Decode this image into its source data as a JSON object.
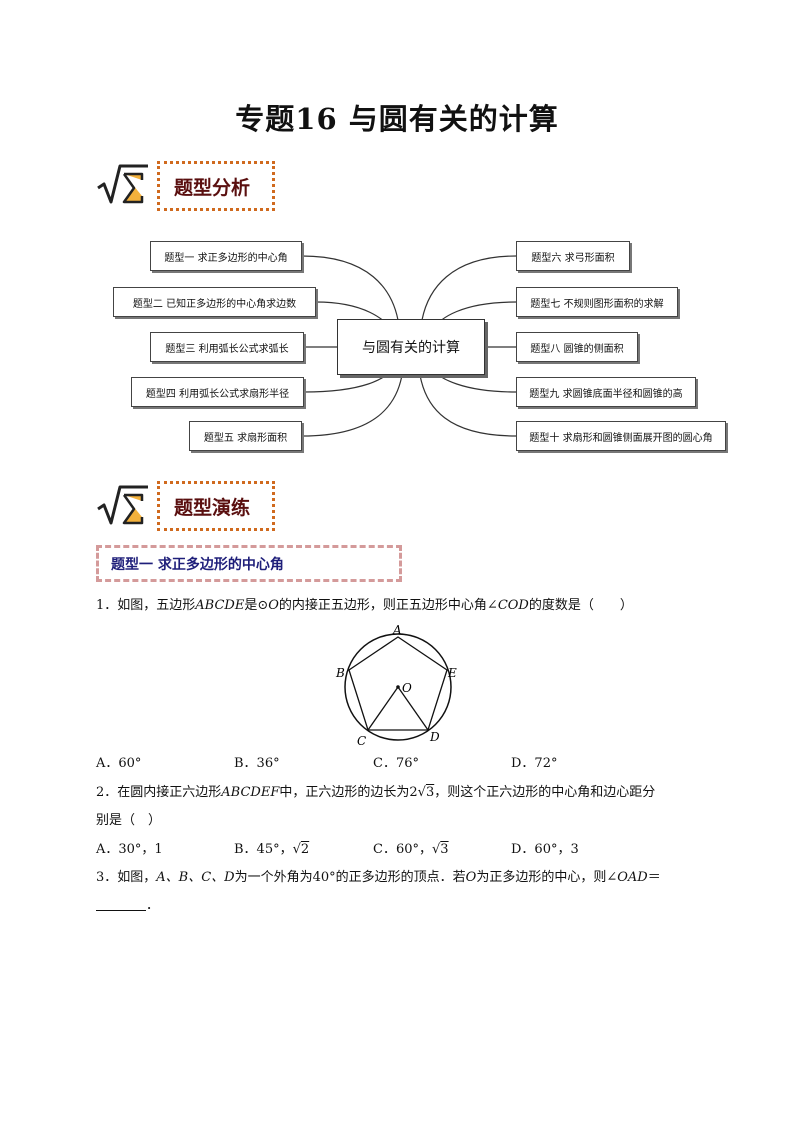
{
  "title": "专题16  与圆有关的计算",
  "section1": {
    "label": "题型分析"
  },
  "section2": {
    "label": "题型演练"
  },
  "mindmap": {
    "center": "与圆有关的计算",
    "left": [
      "题型一  求正多边形的中心角",
      "题型二  已知正多边形的中心角求边数",
      "题型三  利用弧长公式求弧长",
      "题型四  利用弧长公式求扇形半径",
      "题型五  求扇形面积"
    ],
    "right": [
      "题型六  求弓形面积",
      "题型七  不规则图形面积的求解",
      "题型八  圆锥的侧面积",
      "题型九  求圆锥底面半径和圆锥的高",
      "题型十  求扇形和圆锥侧面展开图的圆心角"
    ]
  },
  "topic1": {
    "label": "题型一    求正多边形的中心角"
  },
  "q1": {
    "prefix": "1．如图，五边形",
    "polygon": "ABCDE",
    "mid1": "是",
    "circle": "⊙O",
    "mid2": "的内接正五边形，则正五边形中心角",
    "angle": "∠COD",
    "suffix": "的度数是（　　）",
    "options": [
      "A．60°",
      "B．36°",
      "C．76°",
      "D．72°"
    ],
    "figure_labels": {
      "A": "A",
      "B": "B",
      "C": "C",
      "D": "D",
      "E": "E",
      "O": "O"
    }
  },
  "q2": {
    "prefix": "2．在圆内接正六边形",
    "polygon": "ABCDEF",
    "mid": "中，正六边形的边长为",
    "coef": "2",
    "rad": "3",
    "suffix": "，则这个正六边形的中心角和边心距分",
    "line2": "别是（　）",
    "optA": "A．30°，1",
    "optB_pre": "B．45°，",
    "optB_rad": "2",
    "optC_pre": "C．60°，",
    "optC_rad": "3",
    "optD": "D．60°，3"
  },
  "q3": {
    "prefix": "3．如图，",
    "pts": "A、B、C、D",
    "mid1": "为一个外角为40°的正多边形的顶点．若",
    "o": "O",
    "mid2": "为正多边形的中心，则",
    "angle": "∠OAD",
    "eq": "＝",
    "end": "．"
  },
  "colors": {
    "dotted_border": "#d06a1e",
    "section_text": "#5a0f0f",
    "topic_border": "#d49a9a",
    "topic_text": "#1f1f7a"
  }
}
